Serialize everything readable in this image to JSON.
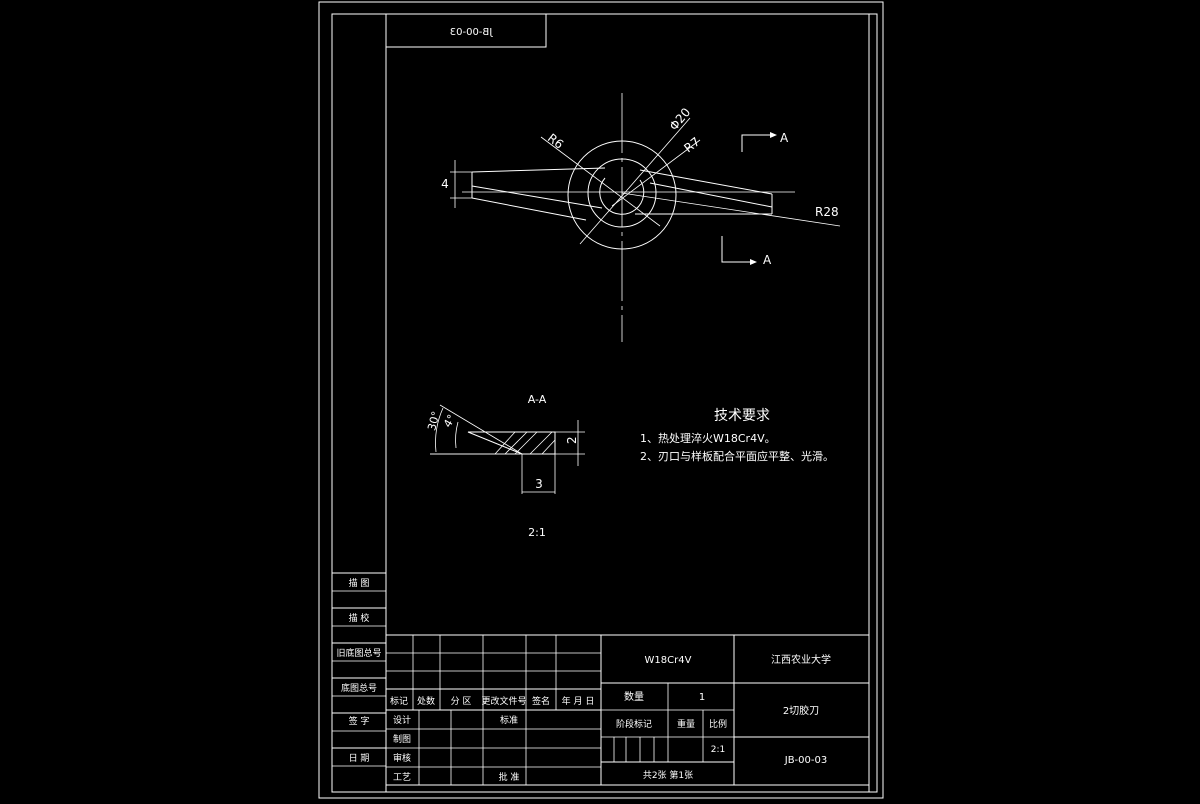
{
  "drawing": {
    "code_top": "JB-00-03",
    "dims": {
      "r6": "R6",
      "phi20": "Φ20",
      "r7": "R7",
      "r28": "R28",
      "four": "4",
      "section_mark": "A",
      "section_title": "A-A",
      "angle30": "30°",
      "angle4": "4°",
      "two": "2",
      "three": "3",
      "scale_note": "2:1"
    },
    "tech": {
      "title": "技术要求",
      "items": [
        "1、热处理淬火W18Cr4V。",
        "2、刃口与样板配合平面应平整、光滑。"
      ]
    }
  },
  "side_labels": [
    "描 图",
    "描 校",
    "旧底图总号",
    "底图总号",
    "签 字",
    "日 期"
  ],
  "titleblock": {
    "rev_headers": [
      "标记",
      "处数",
      "分 区",
      "更改文件号",
      "签名",
      "年 月 日"
    ],
    "roles": [
      "设计",
      "制图",
      "审核",
      "工艺"
    ],
    "std": "标准",
    "approve": "批 准",
    "material": "W18Cr4V",
    "school": "江西农业大学",
    "qty_label": "数量",
    "qty_value": "1",
    "part_name": "2切胶刀",
    "stage_label": "阶段标记",
    "weight_label": "重量",
    "scale_label": "比例",
    "scale_value": "2:1",
    "drawing_no": "JB-00-03",
    "sheets": "共2张  第1张"
  }
}
